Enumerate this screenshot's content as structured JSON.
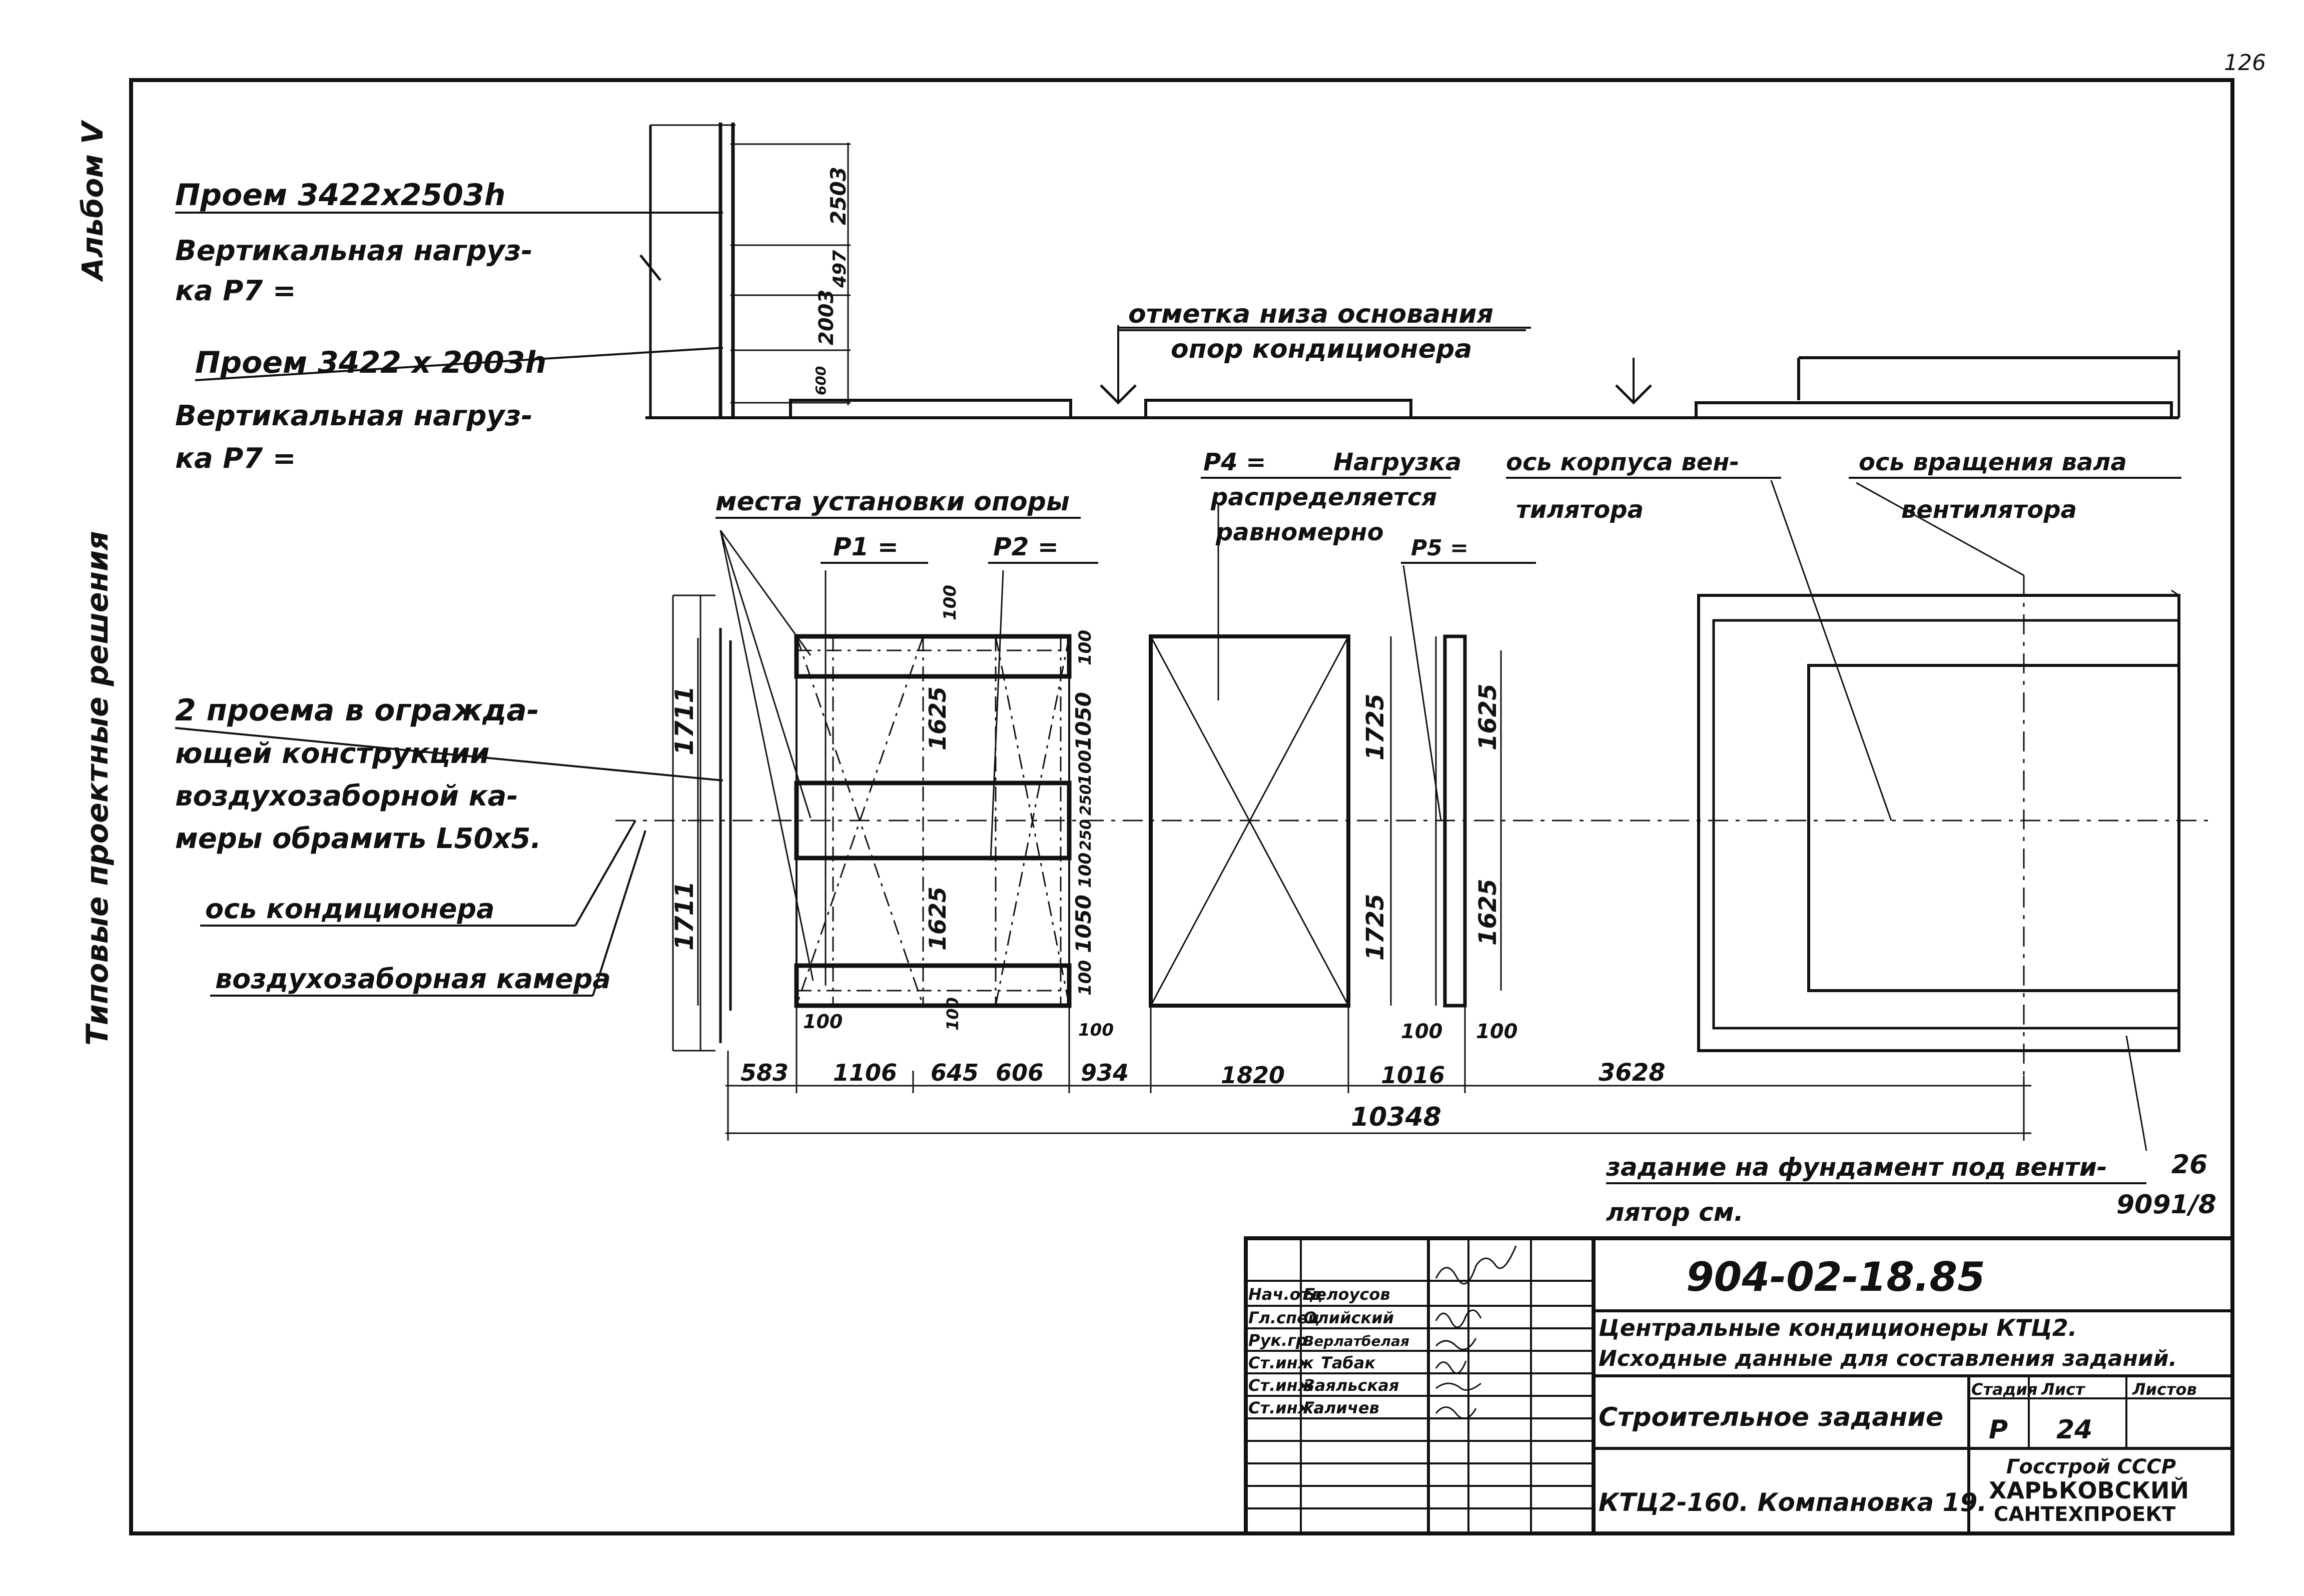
{
  "sheet": {
    "page_mark": "126",
    "album": "Альбом V",
    "series_title": "Типовые проектные решения"
  },
  "notes": {
    "opening_top": "Проем 3422х2503h",
    "load_top_1": "Вертикальная нагруз-",
    "load_top_2": "ка Р7 =",
    "opening_bottom": "Проем 3422 х 2003h",
    "load_bottom_1": "Вертикальная нагруз-",
    "load_bottom_2": "ка Р7 =",
    "base_mark_1": "отметка низа основания",
    "base_mark_2": "опор кондиционера",
    "support_places": "места установки опоры",
    "p1": "Р1 =",
    "p2": "Р2 =",
    "p4": "Р4 =",
    "p4_load": "Нагрузка",
    "p4_distrib_1": "распределяется",
    "p4_distrib_2": "равномерно",
    "p5": "Р5 =",
    "fan_body_axis_1": "ось корпуса вен-",
    "fan_body_axis_2": "тилятора",
    "shaft_axis_1": "ось вращения вала",
    "shaft_axis_2": "вентилятора",
    "frame_note_1": "2 проема в огражда-",
    "frame_note_2": "ющей конструкции",
    "frame_note_3": "воздухозаборной ка-",
    "frame_note_4": "меры обрамить L50х5.",
    "conditioner_axis": "ось кондиционера",
    "intake_chamber": "воздухозаборная камера",
    "foundation_note_1": "задание на фундамент под венти-",
    "foundation_note_2": "лятор см.",
    "foundation_ref_top": "26",
    "foundation_ref_bottom": "9091/8"
  },
  "dimensions": {
    "elev_2503": "2503",
    "elev_497": "497",
    "elev_2003": "2003",
    "elev_600": "600",
    "left_1711_top": "1711",
    "left_1711_bottom": "1711",
    "v_100_a": "100",
    "v_1625_a": "1625",
    "v_1625_b": "1625",
    "v_100_b": "100",
    "v_1050_a": "1050",
    "v_100_c": "100",
    "v_250_a": "250",
    "v_250_b": "250",
    "v_100_d": "100",
    "v_1050_b": "1050",
    "v_100_e": "100",
    "v_1725_a": "1725",
    "v_1725_b": "1725",
    "v_1625_c": "1625",
    "v_1625_d": "1625",
    "h_100_a": "100",
    "h_100_b": "100",
    "h_100_c": "100",
    "h_100_d": "100",
    "h_100_e": "100",
    "d_583": "583",
    "d_1106": "1106",
    "d_645": "645",
    "d_606": "606",
    "d_934": "934",
    "d_1820": "1820",
    "d_1016": "1016",
    "d_3628": "3628",
    "total_10348": "10348"
  },
  "title_block": {
    "doc_code": "904-02-18.85",
    "staff": [
      {
        "role": "Нач.отд",
        "name": "Белоусов"
      },
      {
        "role": "Гл.спец",
        "name": "Олийский"
      },
      {
        "role": "Рук.гр.",
        "name": "Верлатбелая"
      },
      {
        "role": "Ст.инж",
        "name": "Табак"
      },
      {
        "role": "Ст.инж",
        "name": "Заяльская"
      },
      {
        "role": "Ст.инж.",
        "name": "Галичев"
      }
    ],
    "project_title_1": "Центральные кондиционеры КТЦ2.",
    "project_title_2": "Исходные данные для составления заданий.",
    "stage_header": "Стадия",
    "sheet_header": "Лист",
    "sheets_header": "Листов",
    "stage": "Р",
    "sheet_no": "24",
    "sheets_total": "",
    "task_title": "Строительное задание",
    "layout_title": "КТЦ2-160. Компановка 19.",
    "org_1": "Госстрой СССР",
    "org_2": "ХАРЬКОВСКИЙ",
    "org_3": "САНТЕХПРОЕКТ"
  },
  "colors": {
    "ink": "#111111",
    "paper": "#ffffff"
  }
}
